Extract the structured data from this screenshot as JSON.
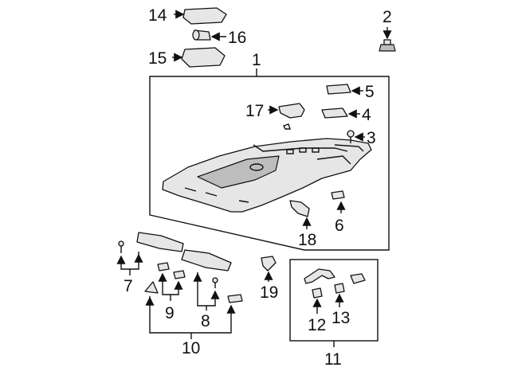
{
  "callouts": {
    "c1": "1",
    "c2": "2",
    "c3": "3",
    "c4": "4",
    "c5": "5",
    "c6": "6",
    "c7": "7",
    "c8": "8",
    "c9": "9",
    "c10": "10",
    "c11": "11",
    "c12": "12",
    "c13": "13",
    "c14": "14",
    "c15": "15",
    "c16": "16",
    "c17": "17",
    "c18": "18",
    "c19": "19"
  },
  "colors": {
    "line": "#111111",
    "part_fill": "#e6e6e6",
    "part_shade": "#bdbdbd",
    "background": "#ffffff"
  }
}
